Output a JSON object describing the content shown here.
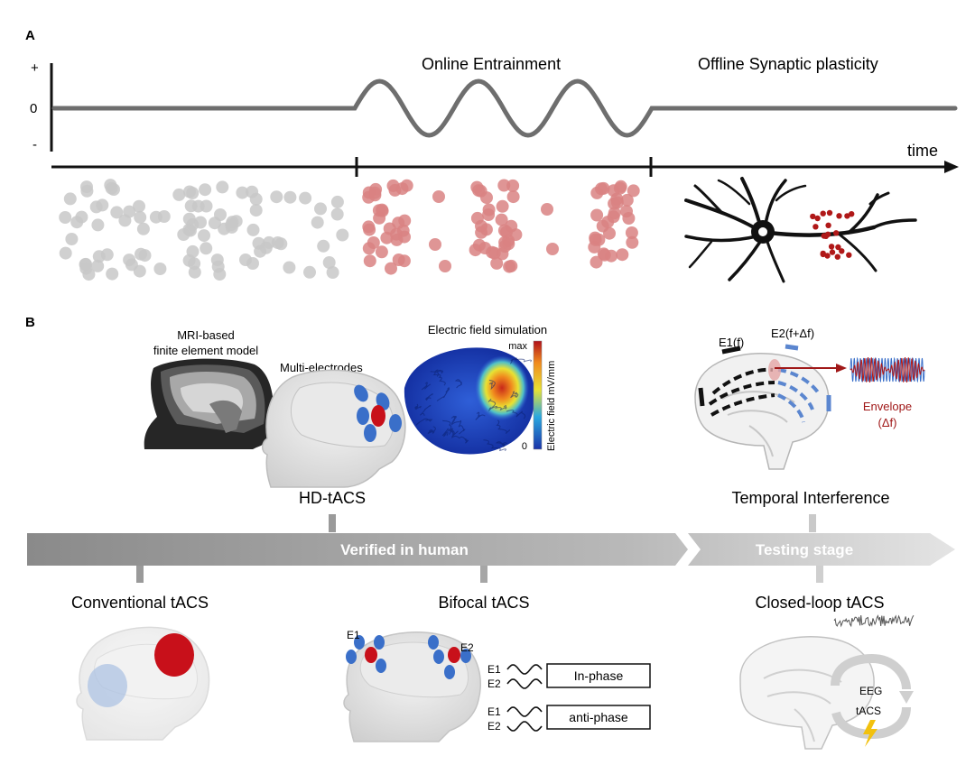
{
  "panel_a": {
    "label": "A",
    "axis": {
      "plus": "+",
      "zero": "0",
      "minus": "-",
      "time": "time"
    },
    "phases": {
      "online": "Online Entrainment",
      "offline": "Offline Synaptic plasticity"
    }
  },
  "panel_b": {
    "label": "B",
    "mri": {
      "line1": "MRI-based",
      "line2": "finite element model"
    },
    "multi_electrodes": "Multi-electrodes",
    "efield": {
      "title": "Electric field simulation",
      "max": "max",
      "zero": "0",
      "unit": "Electric field mV/mm"
    },
    "hd_tacs": "HD-tACS",
    "ti": {
      "e1": "E1(f)",
      "e2": "E2(f+Δf)",
      "envelope": "Envelope",
      "delta": "(Δf)",
      "name": "Temporal Interference"
    },
    "arrow": {
      "verified": "Verified in human",
      "testing": "Testing stage"
    },
    "conventional": "Conventional tACS",
    "bifocal": {
      "name": "Bifocal tACS",
      "e1": "E1",
      "e2": "E2",
      "in_phase": "In-phase",
      "anti_phase": "anti-phase"
    },
    "closed_loop": {
      "name": "Closed-loop tACS",
      "eeg": "EEG",
      "tacs": "tACS"
    }
  },
  "colors": {
    "red": "#c8101a",
    "blue": "#3a6fc9",
    "grey_dot": "#c8c8c8",
    "red_dot": "#d98282",
    "arrow": "#8f8f8f"
  }
}
